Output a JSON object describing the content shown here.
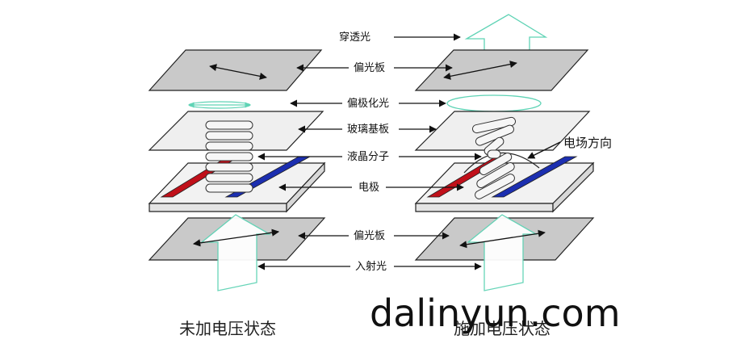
{
  "labels": {
    "transmitted_light": "穿透光",
    "polarizer_top": "偏光板",
    "polarized_light": "偏极化光",
    "glass_substrate": "玻璃基板",
    "liquid_crystal": "液晶分子",
    "electrode": "电极",
    "polarizer_bottom": "偏光板",
    "incident_light": "入射光",
    "field_direction": "电场方向"
  },
  "captions": {
    "left": "未加电压状态",
    "right": "施加电压状态"
  },
  "watermark": "dalinyun.com",
  "colors": {
    "polarizer_fill": "#c9c9c9",
    "glass_fill": "#efefef",
    "red_electrode": "#c0101a",
    "blue_electrode": "#1c2fb0",
    "light_arrow": "#5fd3b5"
  }
}
